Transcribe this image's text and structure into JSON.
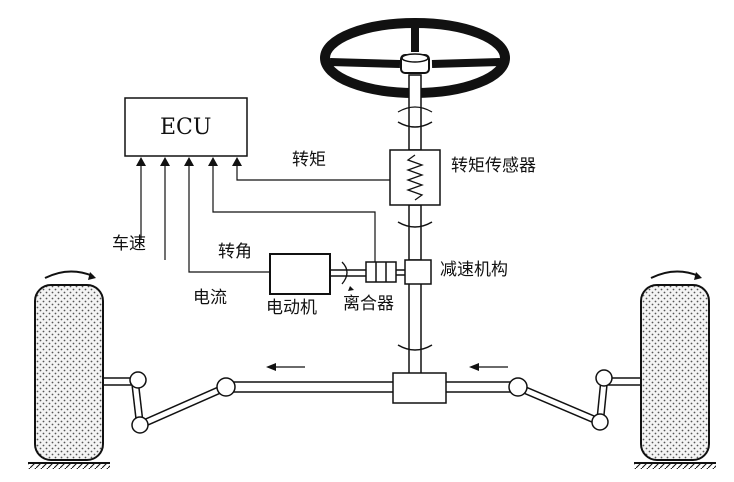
{
  "diagram": {
    "ecu": "ECU",
    "labels": {
      "torque": "转矩",
      "torque_sensor": "转矩传感器",
      "vehicle_speed": "车速",
      "steering_angle": "转角",
      "current": "电流",
      "reducer": "减速机构",
      "motor": "电动机",
      "clutch": "离合器"
    }
  }
}
